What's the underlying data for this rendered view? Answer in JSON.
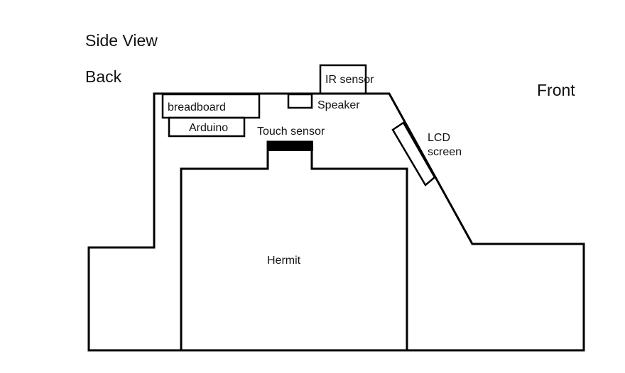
{
  "labels": {
    "view_title": "Side View",
    "back": "Back",
    "front": "Front",
    "ir_sensor": "IR sensor",
    "breadboard": "breadboard",
    "speaker": "Speaker",
    "arduino": "Arduino",
    "touch_sensor": "Touch sensor",
    "lcd_line1": "LCD",
    "lcd_line2": "screen",
    "hermit": "Hermit"
  }
}
